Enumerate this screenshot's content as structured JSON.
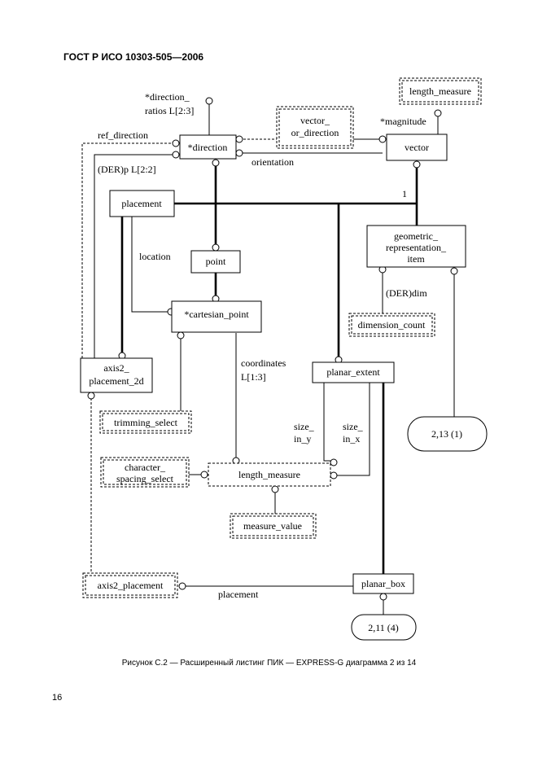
{
  "page": {
    "header": "ГОСТ Р ИСО 10303-505—2006",
    "caption": "Рисунок С.2 — Расширенный листинг ПИК — EXPRESS-G диаграмма 2 из 14",
    "page_number": "16"
  },
  "entities": {
    "direction": "*direction",
    "vector": "vector",
    "placement": "placement",
    "geometric_item_1": "geometric_",
    "geometric_item_2": "representation_",
    "geometric_item_3": "item",
    "point": "point",
    "cartesian_point": "*cartesian_point",
    "axis2_placement_2d_1": "axis2_",
    "axis2_placement_2d_2": "placement_2d",
    "planar_extent": "planar_extent",
    "planar_box": "planar_box"
  },
  "types": {
    "length_measure_top": "length_measure",
    "vector_or_direction_1": "vector_",
    "vector_or_direction_2": "or_direction",
    "dimension_count": "dimension_count",
    "trimming_select": "trimming_select",
    "character_spacing_select_1": "character_",
    "character_spacing_select_2": "spacing_select",
    "length_measure": "length_measure",
    "measure_value": "measure_value",
    "axis2_placement": "axis2_placement"
  },
  "page_refs": {
    "ref_2_13": "2,13 (1)",
    "ref_2_11": "2,11 (4)"
  },
  "labels": {
    "direction_ratios_1": "*direction_",
    "direction_ratios_2": "ratios L[2:3]",
    "ref_direction": "ref_direction",
    "der_p": "(DER)p L[2:2]",
    "orientation": "orientation",
    "magnitude": "*magnitude",
    "one": "1",
    "location": "location",
    "der_dim": "(DER)dim",
    "coordinates_1": "coordinates",
    "coordinates_2": "L[1:3]",
    "size_in_y_1": "size_",
    "size_in_y_2": "in_y",
    "size_in_x_1": "size_",
    "size_in_x_2": "in_x",
    "placement_attr": "placement"
  }
}
